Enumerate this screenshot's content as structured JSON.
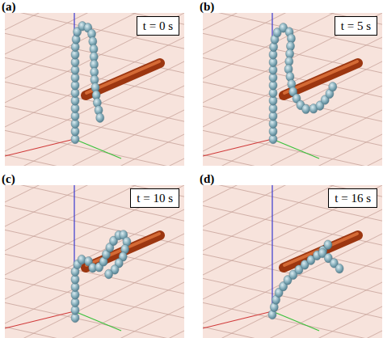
{
  "diagram": {
    "nodes": [
      {
        "text": [
          "t = 0 s"
        ]
      },
      {
        "text": [
          "t = 5 s"
        ]
      },
      {
        "text": [
          "t = 10 s"
        ]
      },
      {
        "text": [
          "t = 16 s"
        ]
      }
    ],
    "labels": [
      "(a)",
      "(b)",
      "(c)",
      "(d)"
    ]
  }
}
